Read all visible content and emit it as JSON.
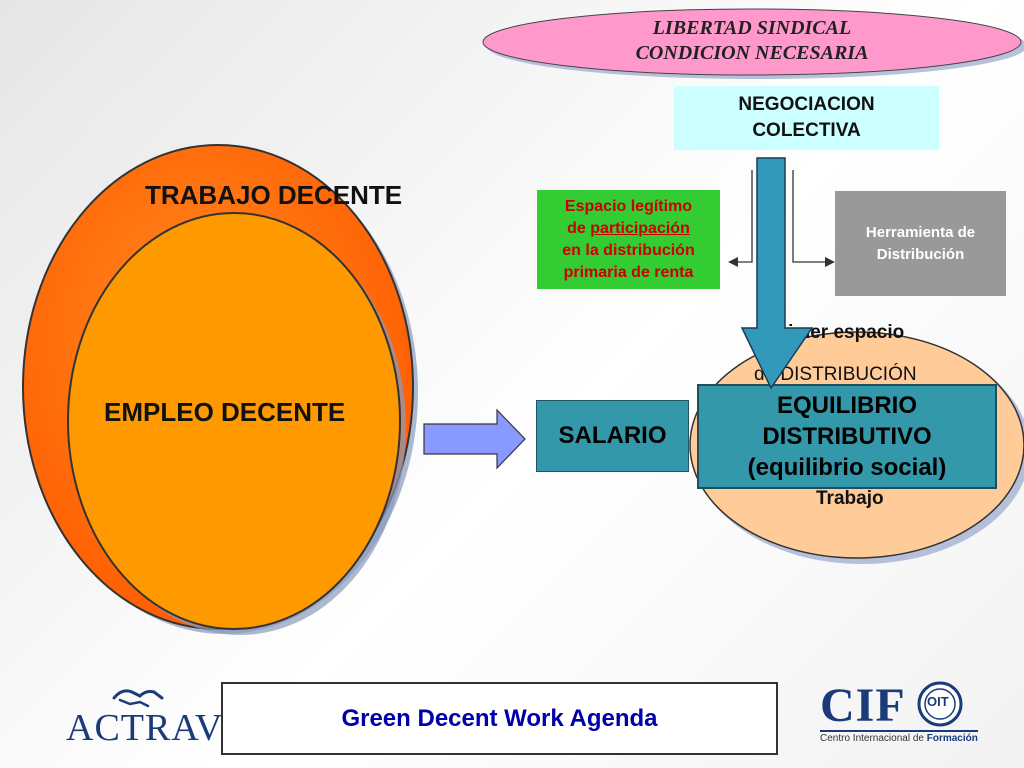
{
  "top_oval": {
    "line1": "LIBERTAD SINDICAL",
    "line2": "CONDICION NECESARIA"
  },
  "negociacion_box": {
    "line1": "NEGOCIACION",
    "line2": "COLECTIVA"
  },
  "espacio_box": {
    "line1": "Espacio legítimo",
    "line2_prefix": "de ",
    "line2_underlined": "participación",
    "line3": "en la distribución",
    "line4": "primaria de renta"
  },
  "herramienta_box": {
    "line1": "Herramienta de",
    "line2": "Distribución"
  },
  "outer_ellipse": {
    "label": "TRABAJO DECENTE"
  },
  "inner_ellipse": {
    "label": "EMPLEO DECENTE"
  },
  "right_ellipse": {
    "line1": "Primer espacio",
    "line2": "de DISTRIBUCIÓN",
    "line3": "Trabajo"
  },
  "salario_box": {
    "label": "SALARIO"
  },
  "equilibrio_box": {
    "line1": "EQUILIBRIO",
    "line2": "DISTRIBUTIVO",
    "line3": "(equilibrio social)"
  },
  "footer": {
    "center_text": "Green Decent Work Agenda",
    "left_logo": "ACTRAV",
    "right_logo_main": "CIF",
    "right_logo_badge": "OIT",
    "right_logo_caption_prefix": "Centro Internacional de ",
    "right_logo_caption_bold": "Formación"
  },
  "colors": {
    "outer_ellipse": "#ff6600",
    "inner_ellipse": "#ff9900",
    "right_ellipse": "#ffcc99",
    "top_oval": "#ff99cc",
    "teal_box": "#3399aa",
    "green_box": "#33cc33",
    "gray_box": "#999999",
    "light_cyan_box": "#ccffff",
    "arrow_blue": "#8899ff",
    "footer_text": "#0000aa",
    "actrav_blue": "#1a3a7a"
  }
}
